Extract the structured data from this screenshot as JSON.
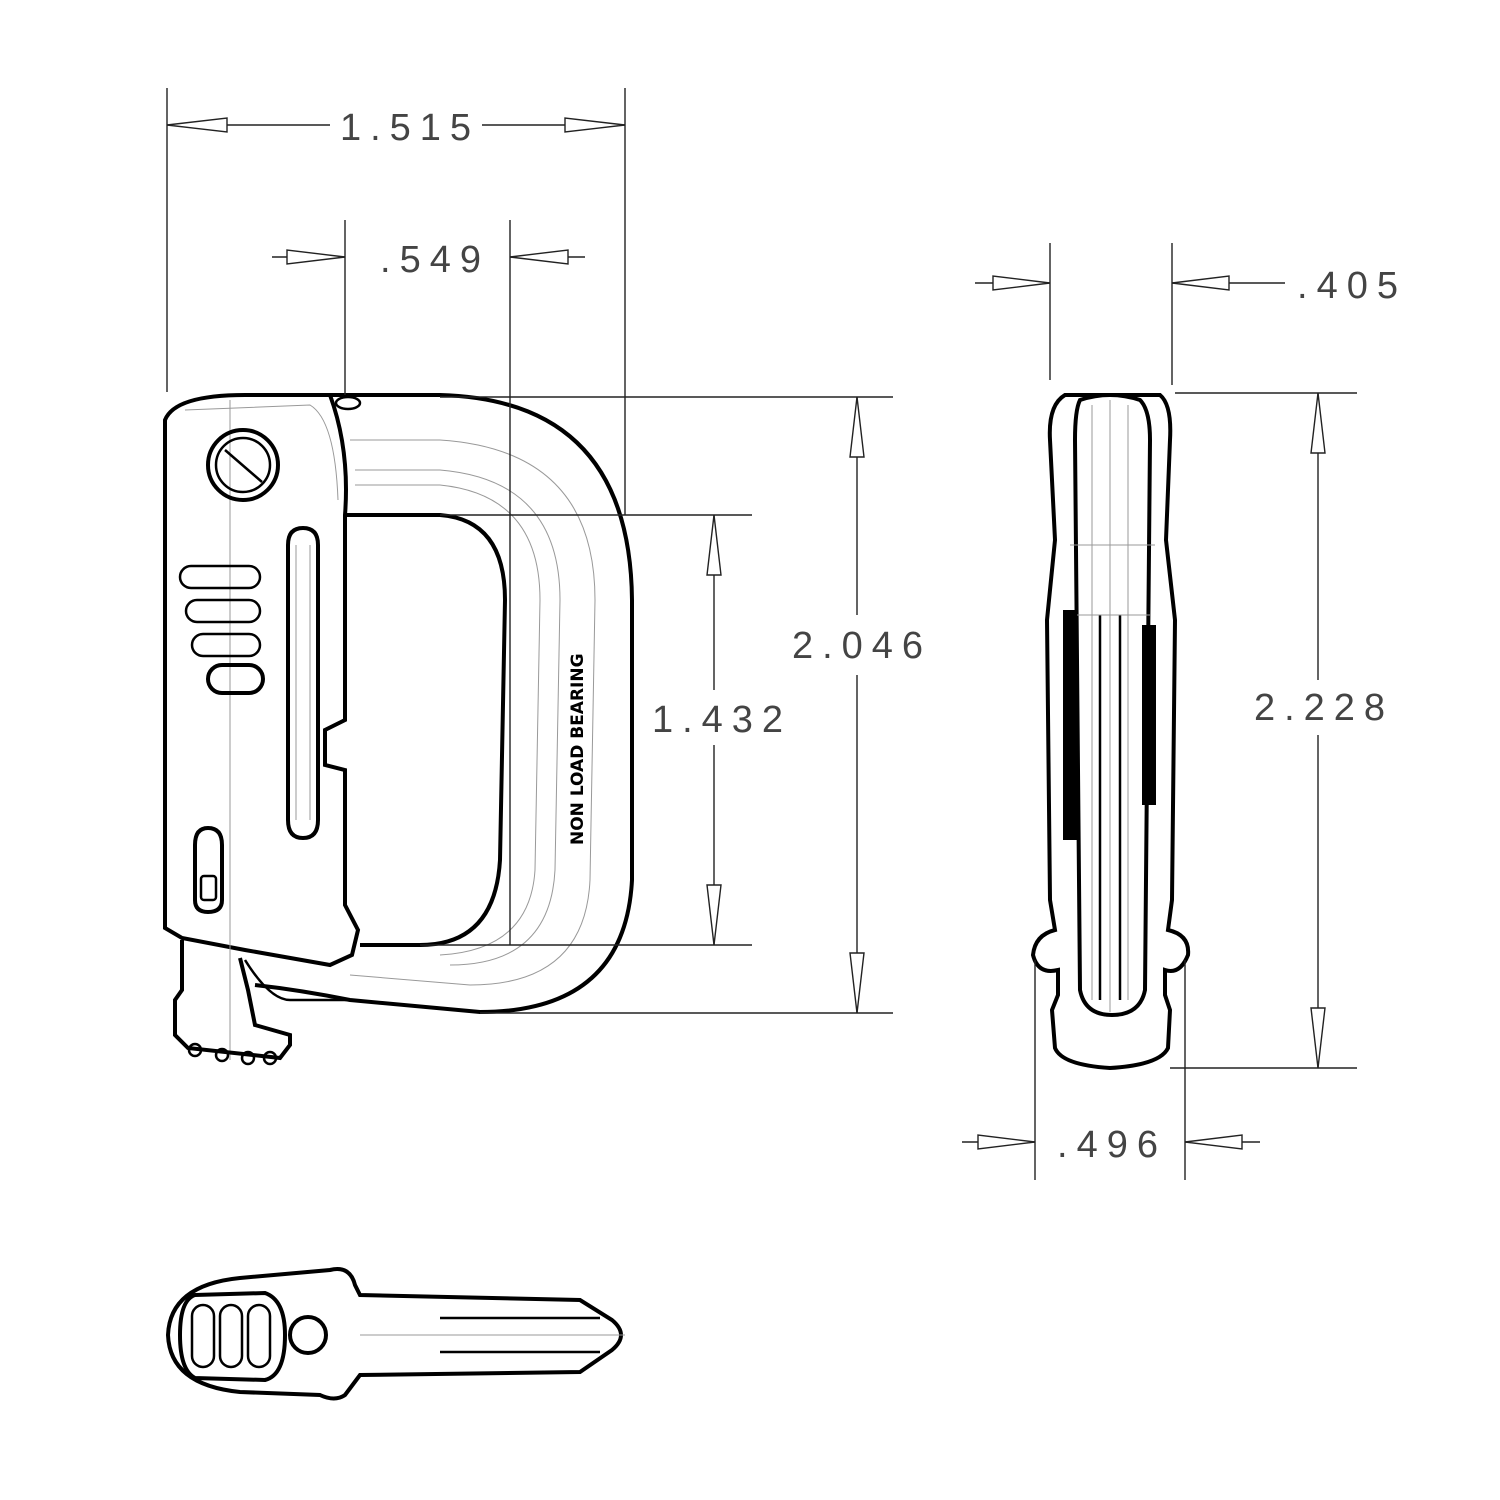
{
  "drawing": {
    "product_marking": "NON LOAD BEARING",
    "dimensions": {
      "overall_width": "1.515",
      "gate_opening": ".549",
      "side_thickness_top": ".405",
      "overall_height": "2.046",
      "inner_opening_height": "1.432",
      "side_overall_height": "2.228",
      "side_thickness_bottom": ".496"
    }
  }
}
